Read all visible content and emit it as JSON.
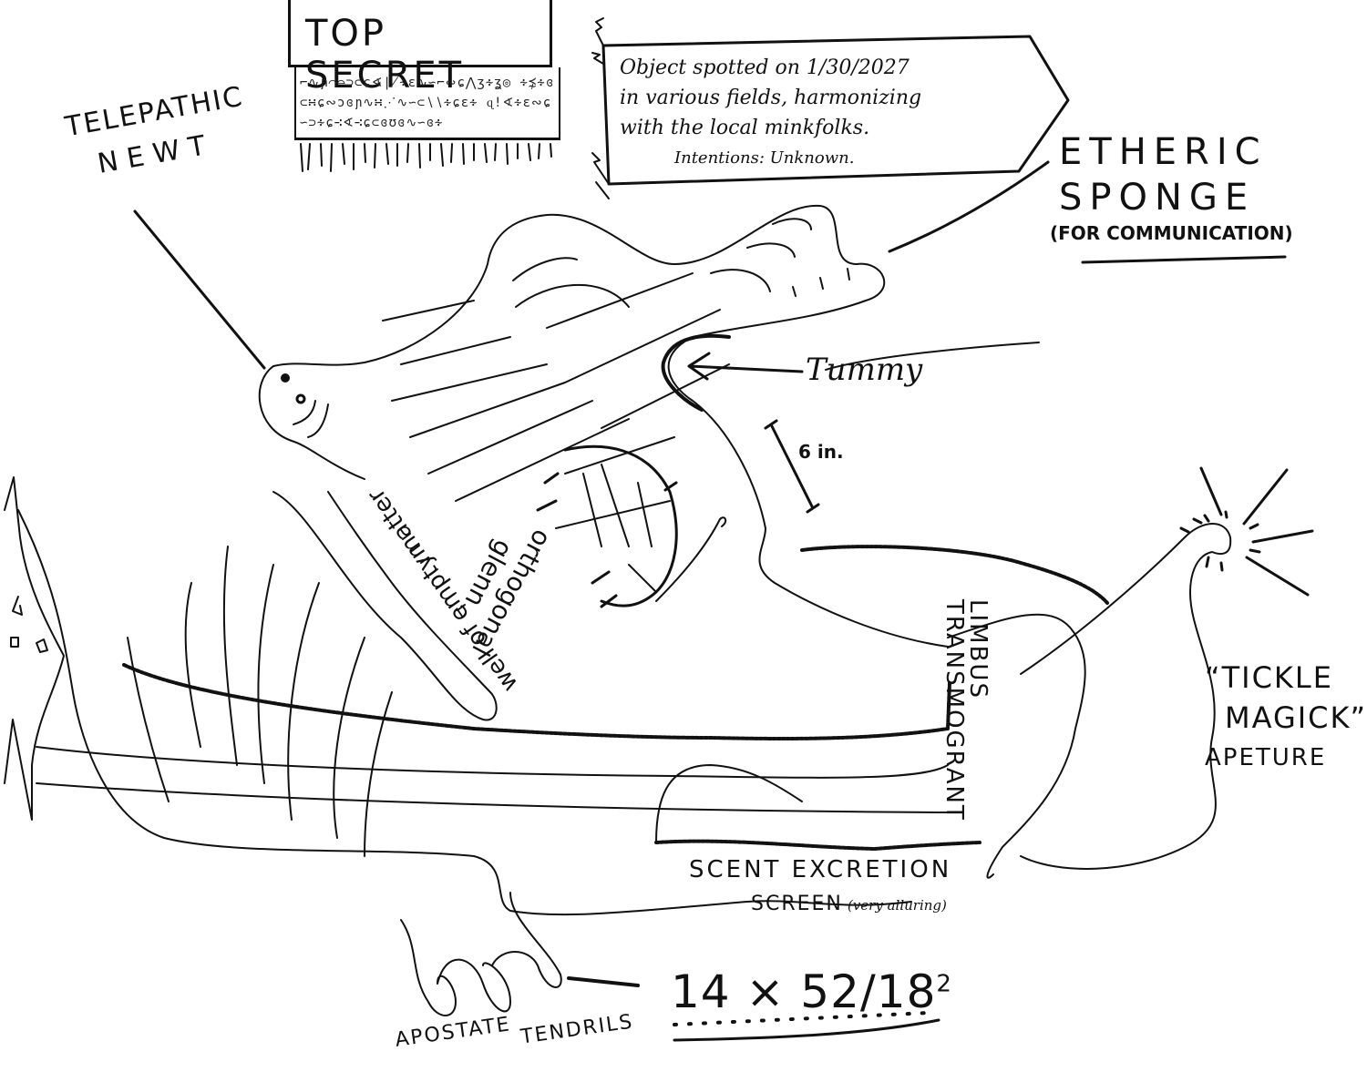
{
  "header": {
    "stamp_title": "TOP SECRET",
    "stamp_scribble": "⌐∿ɲ⌒⌓⊃⊂ɕ∢∤∻ɛ∿∽⌐∾ɕ⋀ʒ∻ʓ◎ ∻⋨∻ɞ⊂∺ɕ∾ɔɞɲ∿∺⋰∿∽⊂∖∖∻ɕɛ∻ ɋ!∢∻ɛ∾ɕ∽⊃∻ɕ∹∢∹ɕ⊂ɞʊɞ∿∽ɞ∻"
  },
  "sighting_note": {
    "line1": "Object spotted on 1/30/2027",
    "line2": "in various fields, harmonizing",
    "line3": "with the local minkfolks.",
    "line4": "Intentions: Unknown."
  },
  "labels": {
    "telepathic_newt_line1": "TELEPATHIC",
    "telepathic_newt_line2": "NEWT",
    "etheric_sponge_line1": "ETHERIC",
    "etheric_sponge_line2": "SPONGE",
    "etheric_sponge_note": "(FOR COMMUNICATION)",
    "tummy": "Tummy",
    "measurement": "6 in.",
    "orthogonal_glenn_line1": "orthogonal",
    "orthogonal_glenn_line2": "glenn",
    "well_of_emptymatter": "well of emptymatter",
    "limbus_line1": "LIMBUS",
    "limbus_line2": "TRANSMOGRANT",
    "tickle_line1": "“TICKLE",
    "tickle_line2": "MAGICK”",
    "tickle_line3": "APETURE",
    "scent_line1": "SCENT EXCRETION",
    "scent_line2": "SCREEN",
    "scent_note": "(very alluring)",
    "apostate_line1": "APOSTATE",
    "apostate_line2": "TENDRILS",
    "formula_base": "14 × 52/18",
    "formula_exponent": "2"
  }
}
